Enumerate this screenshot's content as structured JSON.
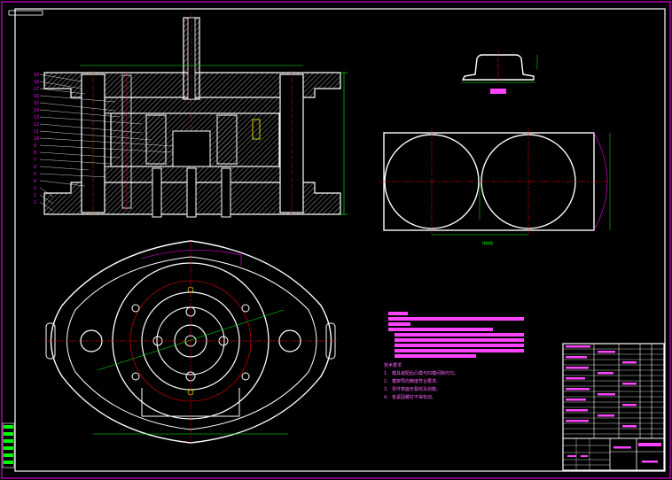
{
  "sheet": {
    "colors": {
      "background": "#000000",
      "outline": "#ffffff",
      "frame": "#ff00ff",
      "centerline": "#ff0000",
      "dimension": "#00ff00",
      "hatch": "#9a9a9a",
      "highlight": "#ff44ff",
      "yellow": "#ffff00"
    },
    "section_view": {
      "part_numbers": [
        "1",
        "2",
        "3",
        "4",
        "5",
        "6",
        "7",
        "8",
        "9",
        "10",
        "11",
        "12",
        "13",
        "14",
        "15",
        "16",
        "17",
        "18",
        "19"
      ]
    },
    "product_view": {
      "label_plate": "",
      "icon": "stamped-part-icon"
    },
    "strip_view": {
      "label": "排样图"
    },
    "plan_view": {
      "icon": "die-plan-icon"
    },
    "tech_notes": {
      "title": "技术要求",
      "items": [
        "1. 模具装配后凸模与凹模间隙均匀。",
        "2. 模架导向精度符合要求。",
        "3. 零件表面无裂纹及划痕。",
        "4. 各紧固螺钉不得松动。"
      ]
    },
    "title_block": {
      "icon": "title-block-table-icon"
    }
  }
}
